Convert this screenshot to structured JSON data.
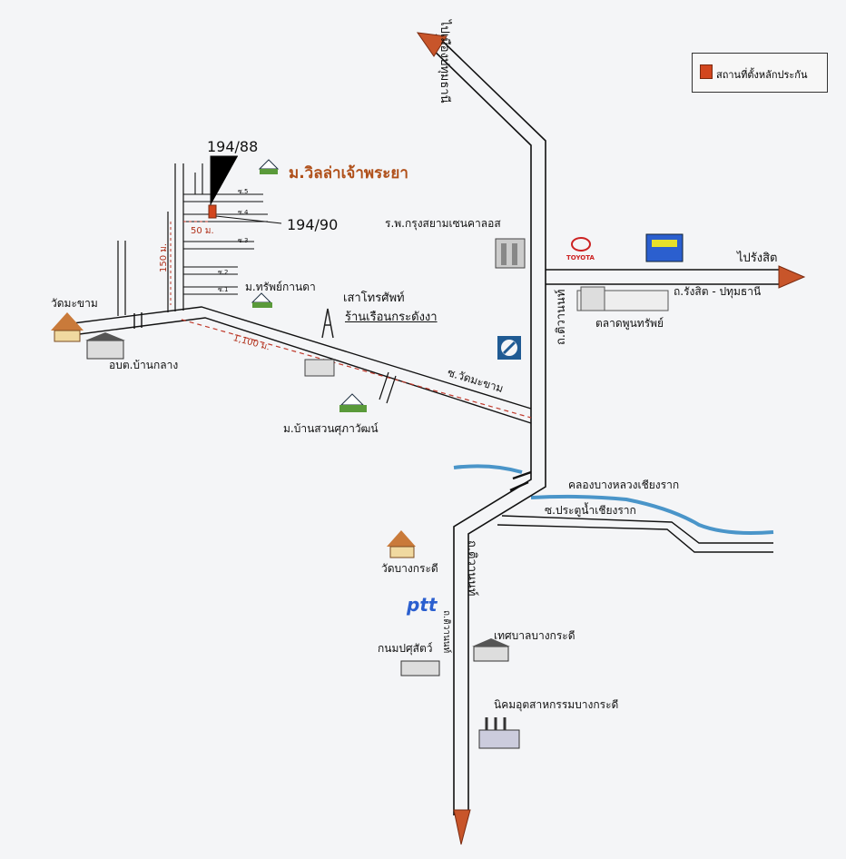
{
  "legend": {
    "label": "สถานที่ตั้งหลักประกัน",
    "swatch_color": "#d2461e"
  },
  "directions": {
    "north": "ไปเมืองปทุมธานี",
    "east": "ไปรังสิต"
  },
  "roads": {
    "main_upper": "ถ.ติวานนท์",
    "main_lower": "ถ.ติวานนท์",
    "soi_watmakham": "ซ.วัดมะขาม",
    "soi_pratunam": "ซ.ประตูน้ำเชียงราก",
    "rangsit": "ถ.รังสิต - ปทุมธานี",
    "lower_small": "ถ.ติวานนท์"
  },
  "canal": "คลองบางหลวงเชียงราก",
  "places": {
    "hospital": "ร.พ.กรุงสยามเซนคาลอส",
    "market": "ตลาดพูนทรัพย์",
    "tower": "เสาโทรศัพท์",
    "shop": "ร้านเรือนกระดังงา",
    "village_sap": "ม.ทรัพย์กานดา",
    "village_suan": "ม.บ้านสวนศุภาวัฒน์",
    "village_villa": "ม.วิลล่าเจ้าพระยา",
    "wat_makham": "วัดมะขาม",
    "obt": "อบต.บ้านกลาง",
    "wat_bangkradi": "วัดบางกระดี",
    "livestock": "กนมปศุสัตว์",
    "municipality": "เทศบาลบางกระดี",
    "industrial": "นิคมอุตสาหกรรมบางกระดี",
    "ptt": "ptt",
    "toyota": "TOYOTA"
  },
  "plots": {
    "upper": "194/88",
    "lower": "194/90"
  },
  "distances": {
    "d50": "50 ม.",
    "d150": "150 ม.",
    "d1100": "1,100 ม."
  },
  "sois": [
    "ซ.5",
    "ซ.4",
    "ซ.3",
    "ซ.2",
    "ซ.1"
  ],
  "colors": {
    "road": "#111111",
    "canal": "#4a95c9",
    "arrow": "#c8552a",
    "dashed": "#c0392b",
    "plot": "#d2461e"
  }
}
